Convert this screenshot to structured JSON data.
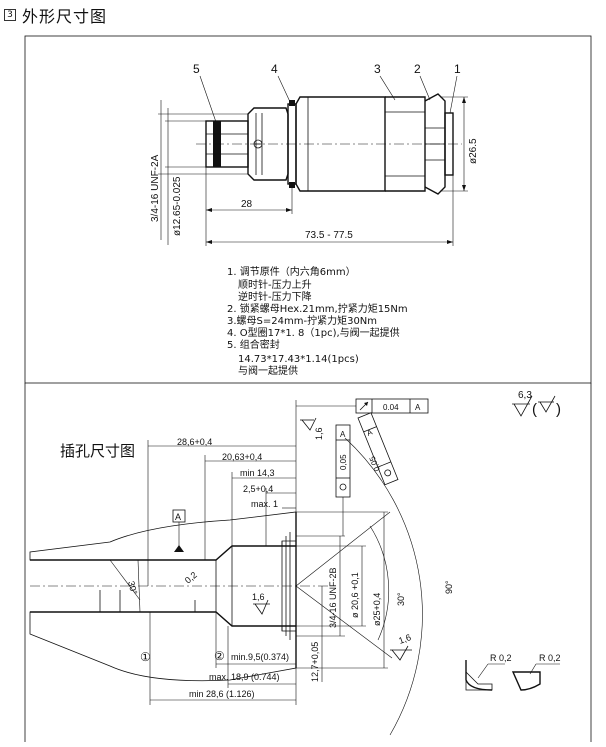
{
  "header": {
    "index_mark": "3",
    "title": "外形尺寸图"
  },
  "top": {
    "callouts": [
      "5",
      "4",
      "3",
      "2",
      "1"
    ],
    "thread_label": "3/4-16 UNF-2A",
    "diameter_label": "ø12.65-0.025",
    "dim_28": "28",
    "dim_length": "73.5 - 77.5",
    "dim_d26": "ø26.5",
    "notes": [
      "1. 调节原件（内六角6mm）",
      "顺时针-压力上升",
      "逆时针-压力下降",
      "2. 锁紧螺母Hex.21mm,拧紧力矩15Nm",
      "3.螺母S=24mm-拧紧力矩30Nm",
      "4. O型圈17*1. 8（1pc),与阀一起提供",
      "5. 组合密封",
      "14.73*17.43*1.14(1pcs)",
      "与阀一起提供"
    ]
  },
  "bottom": {
    "cavity_title": "插孔尺寸图",
    "surface": "6,3",
    "dims": {
      "d1": "28,6+0,4",
      "d2": "20,63+0,4",
      "d3": "min 14,3",
      "d4": "2,5+0,4",
      "d5": "max. 1",
      "d6": "min.9,5(0.374)",
      "d7": "max. 18,9 (0.744)",
      "d8": "min 28,6 (1.126)",
      "d9": "12,7+0,05",
      "d10": "3/4-16 UNF-2B",
      "d11": "ø 20,6 +0,1",
      "d12": "ø25+0,4",
      "d13": "30°",
      "d14": "90°",
      "d15": "30°",
      "d16": "0,2"
    },
    "roughness": [
      "1,6",
      "1,6",
      "1,6"
    ],
    "datum": "A",
    "fcf": {
      "value": "0.04",
      "datum": "A"
    },
    "tol_box": [
      "A",
      "0,05",
      "A",
      "0,05"
    ],
    "markers": [
      "①",
      "②"
    ],
    "radius_labels": [
      "R 0,2",
      "R 0,2"
    ]
  }
}
